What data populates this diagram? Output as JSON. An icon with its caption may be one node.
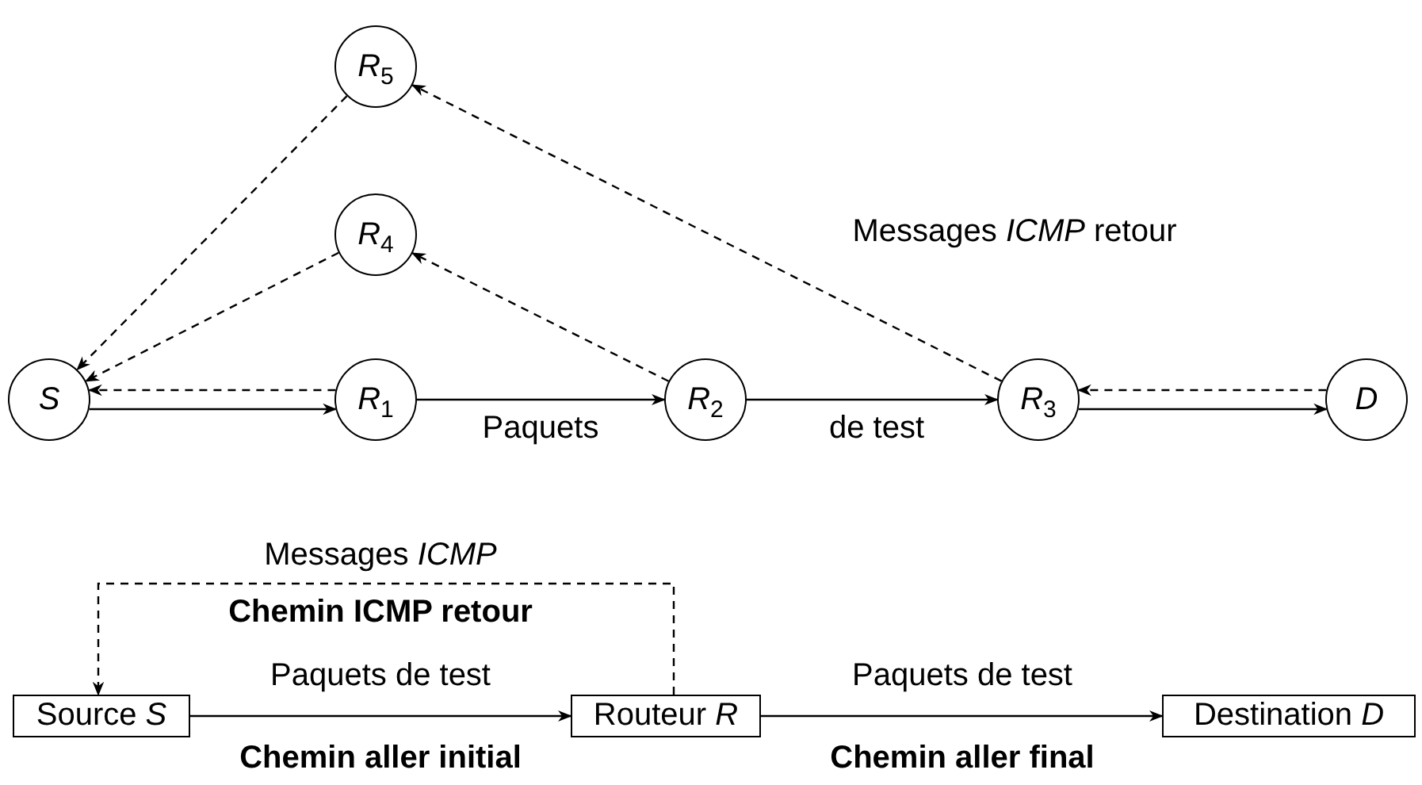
{
  "diagram": {
    "nodes": [
      {
        "text": [
          "*R*$_{5}$"
        ]
      },
      {
        "text": [
          "*R*$_{4}$"
        ]
      },
      {
        "text": [
          "*S*"
        ]
      },
      {
        "text": [
          "*R*$_{1}$"
        ]
      },
      {
        "text": [
          "*R*$_{2}$"
        ]
      },
      {
        "text": [
          "*R*$_{3}$"
        ]
      },
      {
        "text": [
          "*D*"
        ]
      },
      {
        "text": [
          "Source *S*"
        ]
      },
      {
        "text": [
          "Routeur *R*"
        ]
      },
      {
        "text": [
          "Destination *D*"
        ]
      }
    ],
    "edges": [
      {
        "from": 2,
        "to": 3,
        "arrow": "to"
      },
      {
        "from": 3,
        "to": 2,
        "arrow": "to",
        "style": "dashed"
      },
      {
        "from": 3,
        "to": 4,
        "arrow": "to",
        "label": "Paquets"
      },
      {
        "from": 4,
        "to": 5,
        "arrow": "to",
        "label": "de test"
      },
      {
        "from": 5,
        "to": 6,
        "arrow": "to"
      },
      {
        "from": 6,
        "to": 5,
        "arrow": "to",
        "style": "dashed"
      },
      {
        "from": 4,
        "to": 1,
        "arrow": "to",
        "style": "dashed"
      },
      {
        "from": 1,
        "to": 2,
        "arrow": "to",
        "style": "dashed"
      },
      {
        "from": 5,
        "to": 0,
        "arrow": "to",
        "style": "dashed",
        "label": "Messages *ICMP* retour"
      },
      {
        "from": 0,
        "to": 2,
        "arrow": "to",
        "style": "dashed"
      },
      {
        "from": 7,
        "to": 8,
        "arrow": "to",
        "label": "Paquets de test"
      },
      {
        "from": 8,
        "to": 7,
        "arrow": "to",
        "style": "dashed",
        "label": "Messages *ICMP*"
      },
      {
        "from": 8,
        "to": 9,
        "arrow": "to",
        "label": "Paquets de test"
      }
    ],
    "labels": [
      "Chemin ICMP retour",
      "Chemin aller initial",
      "Chemin aller final"
    ]
  }
}
